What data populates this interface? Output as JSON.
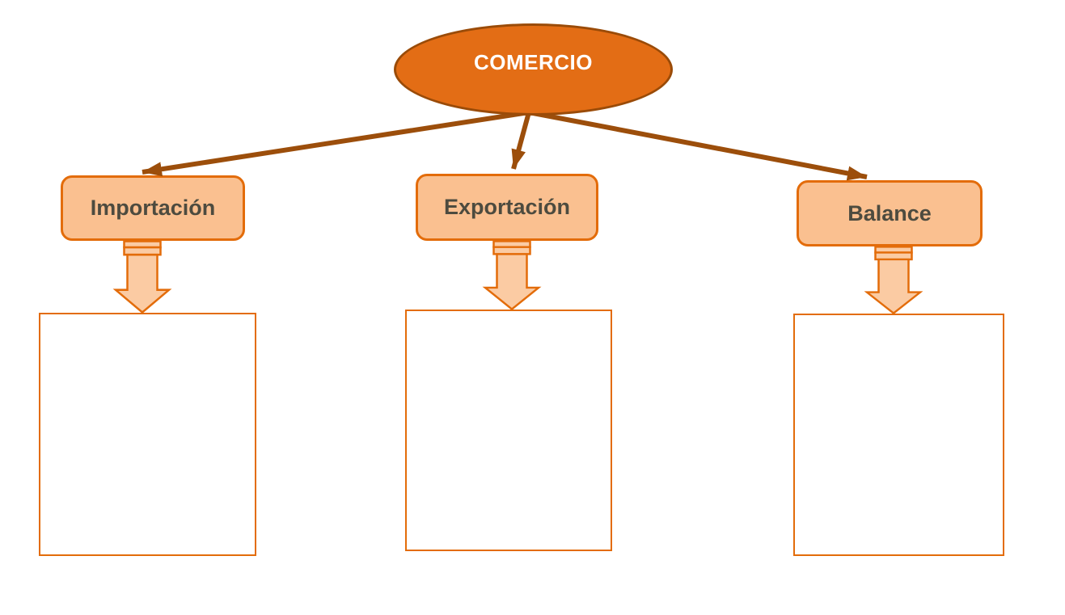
{
  "root": {
    "label": "COMERCIO"
  },
  "branches": [
    {
      "label": "Importación",
      "content": ""
    },
    {
      "label": "Exportación",
      "content": ""
    },
    {
      "label": "Balance",
      "content": ""
    }
  ],
  "colors": {
    "background": "#FFFFFF",
    "ellipse_fill": "#E36D15",
    "ellipse_border": "#9A4B08",
    "connector": "#9C4E0B",
    "box_fill": "#FAC090",
    "box_border": "#E36C0A",
    "arrow_fill": "#FBCBA3",
    "empty_box_fill": "#FFFFFF",
    "box_text": "#4D4B3F",
    "root_text": "#FFFFFF"
  }
}
